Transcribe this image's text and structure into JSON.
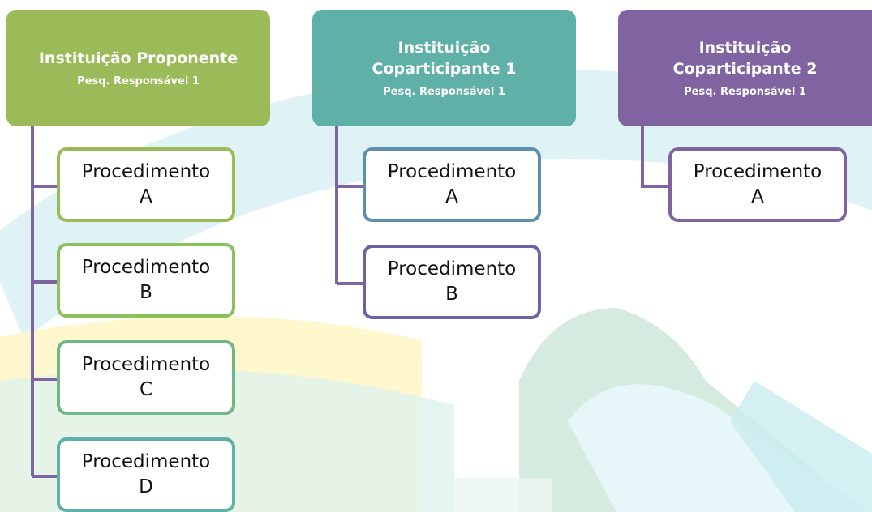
{
  "colors": {
    "proponente_header": "#9bbb59",
    "coparticipante1_header": "#5fb0a7",
    "coparticipante2_header": "#8064a2",
    "connector": "#8064a2"
  },
  "columns": [
    {
      "name": "Instituição Proponente",
      "researcher": "Pesq. Responsável 1",
      "procedures": [
        {
          "name": "Procedimento",
          "letter": "A",
          "border": "#9bbb59"
        },
        {
          "name": "Procedimento",
          "letter": "B",
          "border": "#8cbf5e"
        },
        {
          "name": "Procedimento",
          "letter": "C",
          "border": "#6fb783"
        },
        {
          "name": "Procedimento",
          "letter": "D",
          "border": "#5fb0a7"
        }
      ]
    },
    {
      "name_line1": "Instituição",
      "name_line2": "Coparticipante 1",
      "researcher": "Pesq. Responsável 1",
      "procedures": [
        {
          "name": "Procedimento",
          "letter": "A",
          "border": "#5f8fae"
        },
        {
          "name": "Procedimento",
          "letter": "B",
          "border": "#6a64a6"
        }
      ]
    },
    {
      "name_line1": "Instituição",
      "name_line2": "Coparticipante 2",
      "researcher": "Pesq. Responsável 1",
      "procedures": [
        {
          "name": "Procedimento",
          "letter": "A",
          "border": "#8064a2"
        }
      ]
    }
  ]
}
